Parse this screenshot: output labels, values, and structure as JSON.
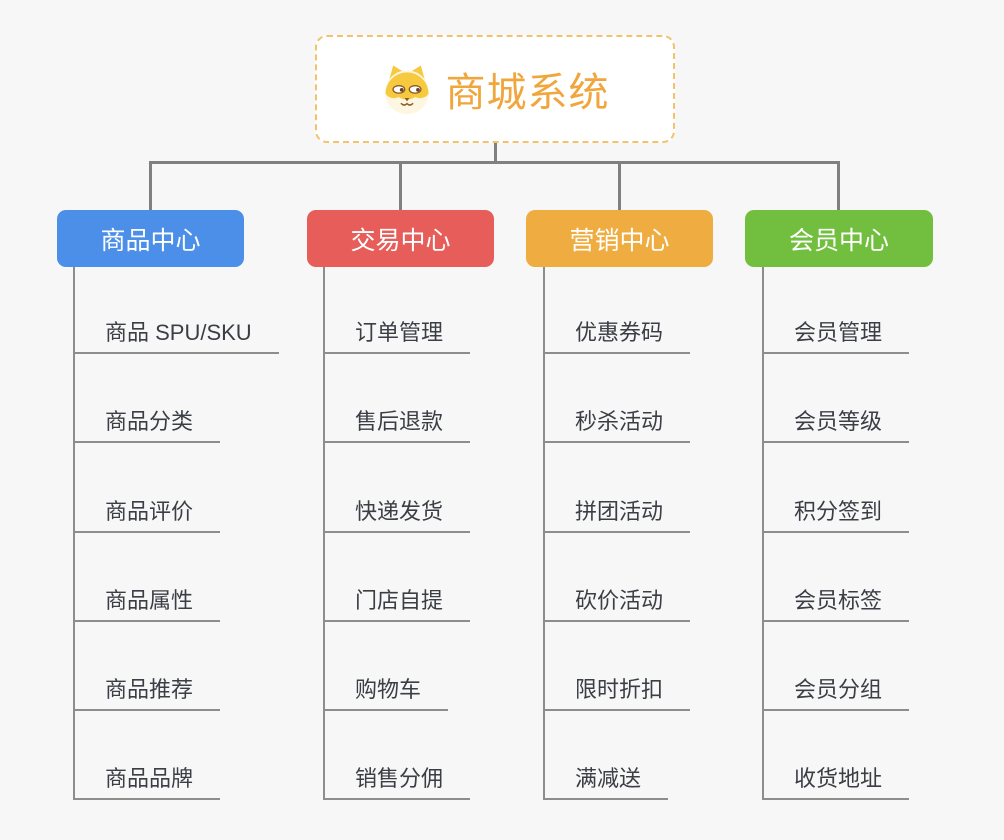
{
  "page": {
    "background": "#f7f7f7"
  },
  "root": {
    "title": "商城系统",
    "icon": "shiba-dog-icon",
    "accent_color": "#f0a63c",
    "border_color": "#f2c36b"
  },
  "branches": [
    {
      "label": "商品中心",
      "color": "#4b8fe8",
      "children": [
        "商品 SPU/SKU",
        "商品分类",
        "商品评价",
        "商品属性",
        "商品推荐",
        "商品品牌"
      ]
    },
    {
      "label": "交易中心",
      "color": "#e65d5a",
      "children": [
        "订单管理",
        "售后退款",
        "快递发货",
        "门店自提",
        "购物车",
        "销售分佣"
      ]
    },
    {
      "label": "营销中心",
      "color": "#efad41",
      "children": [
        "优惠券码",
        "秒杀活动",
        "拼团活动",
        "砍价活动",
        "限时折扣",
        "满减送"
      ]
    },
    {
      "label": "会员中心",
      "color": "#72bf40",
      "children": [
        "会员管理",
        "会员等级",
        "积分签到",
        "会员标签",
        "会员分组",
        "收货地址"
      ]
    }
  ]
}
